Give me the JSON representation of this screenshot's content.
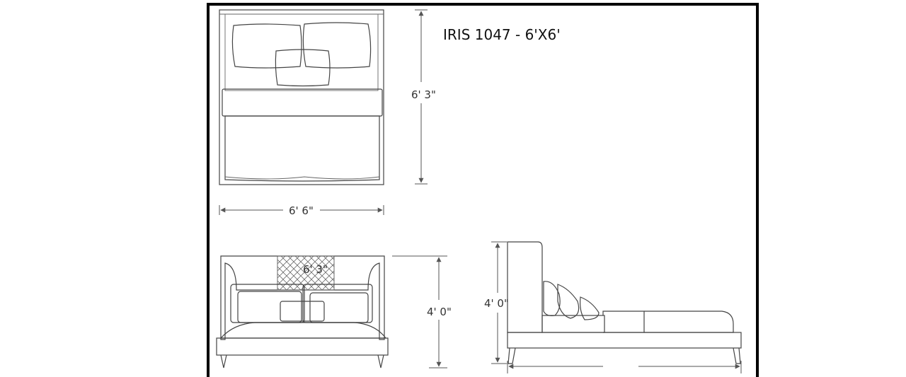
{
  "title": "IRIS 1047 - 6'X6'",
  "dimensions": {
    "top_view_length": "6' 3\"",
    "top_view_width": "6' 6\"",
    "headboard_label": "6' 3\"",
    "front_view_height": "4' 0\"",
    "side_view_height": "4' 0\""
  },
  "colors": {
    "frame": "#000000",
    "line": "#444444"
  }
}
